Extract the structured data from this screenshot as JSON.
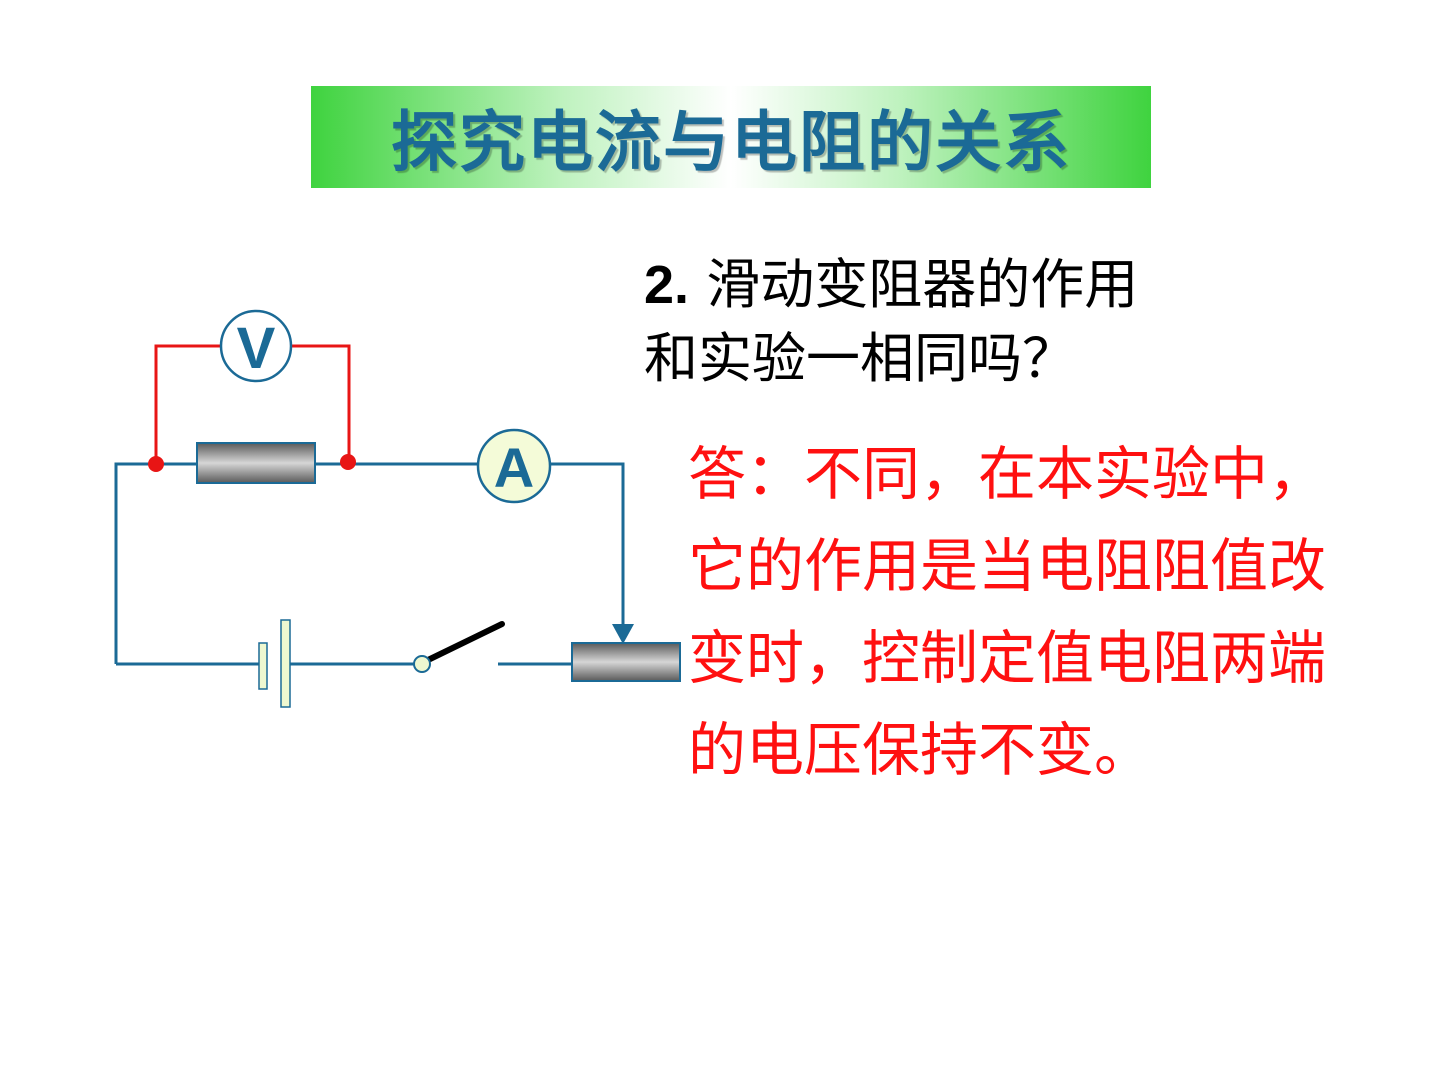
{
  "title": "探究电流与电阻的关系",
  "question": {
    "number": "2.",
    "line1": "滑动变阻器的作用",
    "line2": "和实验一相同吗？"
  },
  "answer": {
    "text": "答：不同，在本实验中，它的作用是当电阻阻值改变时，控制定值电阻两端的电压保持不变。"
  },
  "circuit": {
    "voltmeter_label": "V",
    "ammeter_label": "A",
    "colors": {
      "wire": "#1b6a96",
      "voltmeter_wire": "#e81515",
      "junction": "#e81515",
      "resistor": "#7a7a7a",
      "battery_fill": "#eef8d0",
      "meter_fill": "#f4fbd8"
    }
  }
}
